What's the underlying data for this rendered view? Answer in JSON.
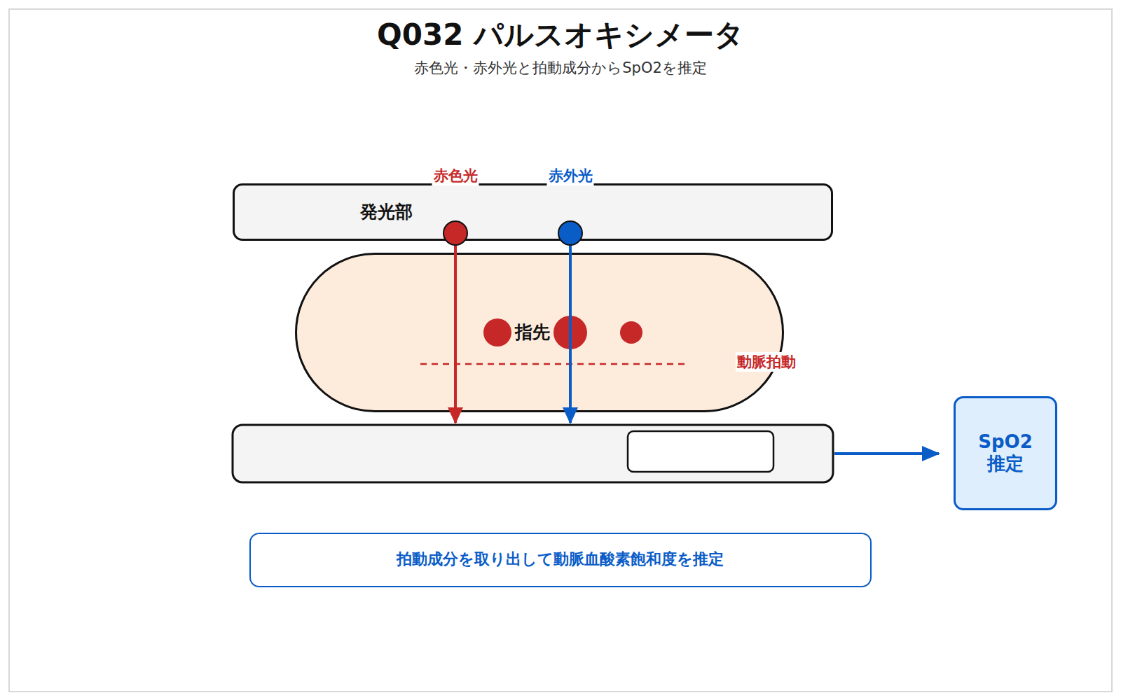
{
  "diagram": {
    "title": "Q032 パルスオキシメータ",
    "caption": "赤色光・赤外光と拍動成分からSpO2を推定",
    "nodes": [
      {
        "text": [
          "発光部"
        ]
      },
      {
        "text": [
          "指先"
        ]
      },
      {
        "text": [
          "SpO2 推定"
        ]
      },
      {
        "text": [
          "拍動成分を取り出して動脈血酸素飽和度を推定"
        ]
      }
    ],
    "labels": [
      "赤色光",
      "赤外光",
      "動脈拍動"
    ]
  }
}
